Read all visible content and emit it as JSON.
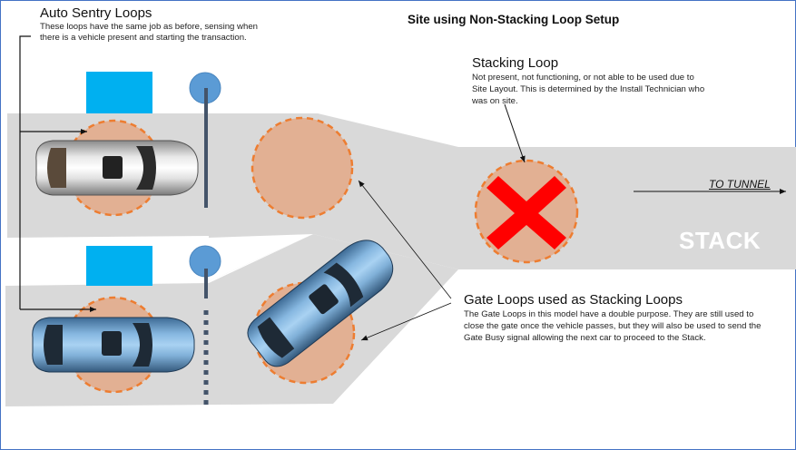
{
  "title": "Site using Non-Stacking Loop Setup",
  "callouts": {
    "auto_sentry": {
      "heading": "Auto Sentry Loops",
      "body_line1": "These loops have the same job as before, sensing when",
      "body_line2": "there is a vehicle present and starting the transaction."
    },
    "stacking_loop": {
      "heading": "Stacking Loop",
      "body_line1": "Not present, not functioning, or not able to be used due to",
      "body_line2": "Site Layout. This is determined by the Install Technician who",
      "body_line3": "was on site."
    },
    "gate_loops": {
      "heading": "Gate Loops used as Stacking Loops",
      "body_line1": "The Gate Loops in this model have a double purpose. They are still used to",
      "body_line2": "close the gate once the vehicle passes, but they will also be used to send the",
      "body_line3": "Gate Busy signal allowing the next car to proceed to the Stack."
    }
  },
  "labels": {
    "to_tunnel": "TO TUNNEL",
    "stack": "STACK"
  },
  "colors": {
    "road": "#d9d9d9",
    "loop_fill": "#e2b093",
    "loop_border": "#ed7d31",
    "pay_station": "#00b0f0",
    "gate_post": "#5b9bd5",
    "gate_arm": "#44546a",
    "x_mark": "#ff0000",
    "frame": "#4472c4"
  }
}
